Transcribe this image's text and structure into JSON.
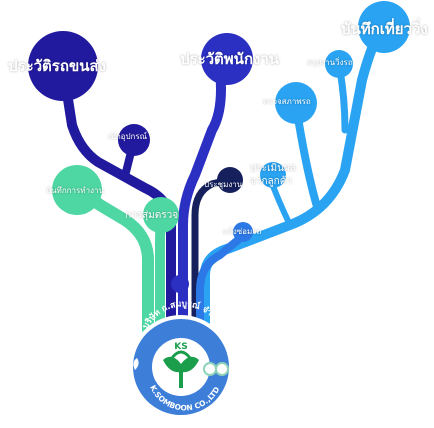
{
  "nodes": {
    "vehicle_history": "ประวัติรถขนส่ง",
    "equipment_request": "เบิกอุปกรณ์",
    "work_log": "บันทึกการทำงาน",
    "random_check": "การสุ่มตรวจ",
    "meeting": "ประชุมงาน",
    "employee_history": "ประวัติพนักงาน",
    "trip_summary": "สรุปงานวิ่งรถ",
    "vehicle_inspection": "ตรวจสภาพรถ",
    "customer_evaluation": "ประเมินผล จากลูกค้า",
    "vehicle_repair": "แจ้งซ่อมรถ",
    "trip_log": "บันทึกเที่ยววิ่ง"
  },
  "logo": {
    "company_thai": "บริษัท ก.สมบูรณ์ จำกัด",
    "initials": "KS",
    "company_en": "K.SOMBOON CO.,LTD"
  },
  "colors": {
    "navy": "#221a9e",
    "royal_blue": "#2b2fc2",
    "green": "#4ed6a3",
    "blue": "#2c78e6",
    "sky": "#29a3f2",
    "dark_navy": "#15205c",
    "logo_blue": "#3d7ed9"
  }
}
